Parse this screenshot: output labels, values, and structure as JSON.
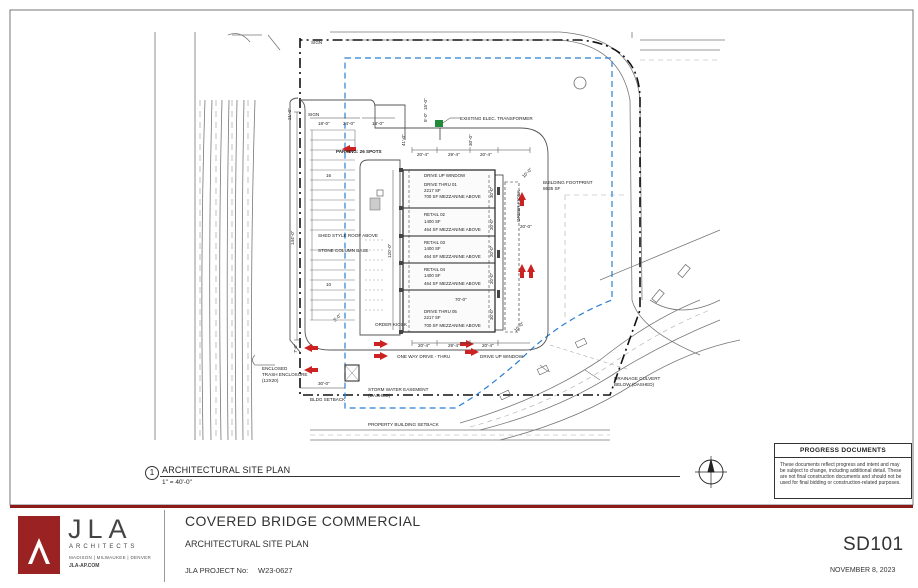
{
  "labels": {
    "sign_top": "SIGN",
    "sign_left": "SIGN",
    "dim_21": "21'-0\"",
    "dim_18a": "18'-0\"",
    "dim_24": "24'-0\"",
    "dim_18b": "18'-0\"",
    "dim_15": "15'-0\"",
    "dim_5": "5'-0\"",
    "transformer": "EXISTING ELEC. TRANSFORMER",
    "parking": "PARKING: 26 SPOTS",
    "dim_41": "41'-0\"",
    "dim_20_4a": "20'-4\"",
    "dim_29_4a": "29'-4\"",
    "dim_20_4b": "20'-4\"",
    "dim_30_0a": "30'-0\"",
    "dim_10_0": "10'-0\"",
    "count_16": "16",
    "count_10": "10",
    "dim_144": "144'-0\"",
    "dim_120": "120'-0\"",
    "shed_roof": "SHED STYLE ROOF ABOVE",
    "stone_column": "STONE COLUMN BASE",
    "order_kiosk_left": "ORDER KIOSK",
    "order_kiosk_right": "ORDER KIOSK",
    "building_footprint_1": "BUILDING FOOTPRINT",
    "building_footprint_2": "8635 SF",
    "dim_20_0": "20'-0\"",
    "dim_70_0": "70'-0\"",
    "dim_20_4c": "20'-4\"",
    "dim_29_4b": "29'-4\"",
    "dim_20_4d": "20'-4\"",
    "dim_3_0": "3'-0\"",
    "dim_7_0": "7'-0\"",
    "one_way": "ONE WAY DRIVE - THRU",
    "drive_up_window_bottom": "DRIVE UP WINDOW",
    "dim_30_0b": "30'-0\"",
    "bldg_setback": "BLDG SETBACK",
    "enclosed_trash_1": "ENCLOSED",
    "enclosed_trash_2": "TRASH ENCLOSURE",
    "enclosed_trash_3": "(12X20)",
    "storm_water_1": "STORM WATER EASEMENT",
    "storm_water_2": "(DASHED)",
    "property_setback": "PROPERTY BUILDING SETBACK",
    "drainage_1": "DRAINAGE CULVERT",
    "drainage_2": "BELOW (DASHED)",
    "unit_dims": [
      "30'-0\"",
      "20'-0\"",
      "20'-0\"",
      "20'-0\"",
      "30'-0\""
    ]
  },
  "units": [
    {
      "line1": "DRIVE UP WINDOW",
      "line2": "DRIVE THRU 01",
      "line3": "2217 SF",
      "line4": "700 SF MEZZANINE ABOVE"
    },
    {
      "line1": "",
      "line2": "RETAIL 02",
      "line3": "1400 SF",
      "line4": "464 SF MEZZANINE ABOVE"
    },
    {
      "line1": "",
      "line2": "RETAIL 03",
      "line3": "1400 SF",
      "line4": "464 SF MEZZANINE ABOVE"
    },
    {
      "line1": "",
      "line2": "RETAIL 04",
      "line3": "1400 SF",
      "line4": "464 SF MEZZANINE ABOVE"
    },
    {
      "line1": "",
      "line2": "DRIVE THRU 05",
      "line3": "2217 SF",
      "line4": "700 SF MEZZANINE ABOVE"
    }
  ],
  "drawing_title": {
    "number": "1",
    "name": "ARCHITECTURAL SITE PLAN",
    "scale": "1\" = 40'-0\""
  },
  "progress": {
    "heading": "PROGRESS DOCUMENTS",
    "body": "These documents reflect progress and intent and may be subject to change, including additional detail. These are not final construction documents and should not be used for final bidding or construction-related purposes."
  },
  "titleblock": {
    "logo_letters": "JLA",
    "logo_sub": "ARCHITECTS",
    "logo_cities": "MADISON | MILWAUKEE | DENVER",
    "logo_url": "JLA-AP.COM",
    "project_name": "COVERED BRIDGE COMMERCIAL",
    "sheet_title": "ARCHITECTURAL SITE PLAN",
    "project_label": "JLA PROJECT No:",
    "project_no": "W23-0627",
    "sheet_number": "SD101",
    "date": "NOVEMBER 8, 2023"
  },
  "colors": {
    "brand_red": "#9b2222",
    "rule_red": "#8b1a1a",
    "property_line_blue": "#2a7fd4",
    "arrow_red": "#cc2222",
    "transformer_green": "#1e8a3a"
  }
}
